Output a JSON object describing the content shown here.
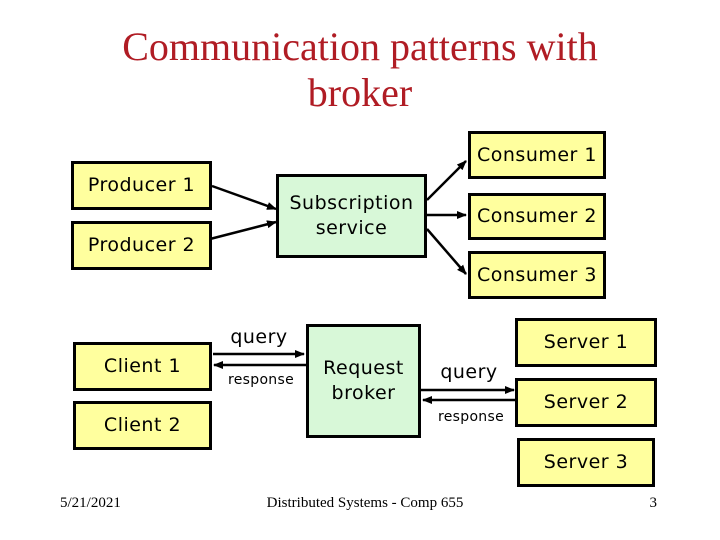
{
  "title": {
    "line1": "Communication patterns with",
    "line2": "broker"
  },
  "pubsub_diagram": {
    "producer1": "Producer 1",
    "producer2": "Producer 2",
    "subscription_line1": "Subscription",
    "subscription_line2": "service",
    "consumer1": "Consumer 1",
    "consumer2": "Consumer 2",
    "consumer3": "Consumer 3"
  },
  "request_reply_diagram": {
    "client1": "Client 1",
    "client2": "Client 2",
    "broker_line1": "Request",
    "broker_line2": "broker",
    "server1": "Server 1",
    "server2": "Server 2",
    "server3": "Server 3",
    "query_left": "query",
    "response_left": "response",
    "query_right": "query",
    "response_right": "response"
  },
  "footer": {
    "date": "5/21/2021",
    "course": "Distributed Systems - Comp 655",
    "page": "3"
  },
  "colors": {
    "title_red": "#B01C24",
    "node_fill_yellow": "#FFFF9E",
    "broker_fill_green": "#D8F8D8",
    "border_black": "#000000",
    "arrow_black": "#000000"
  }
}
